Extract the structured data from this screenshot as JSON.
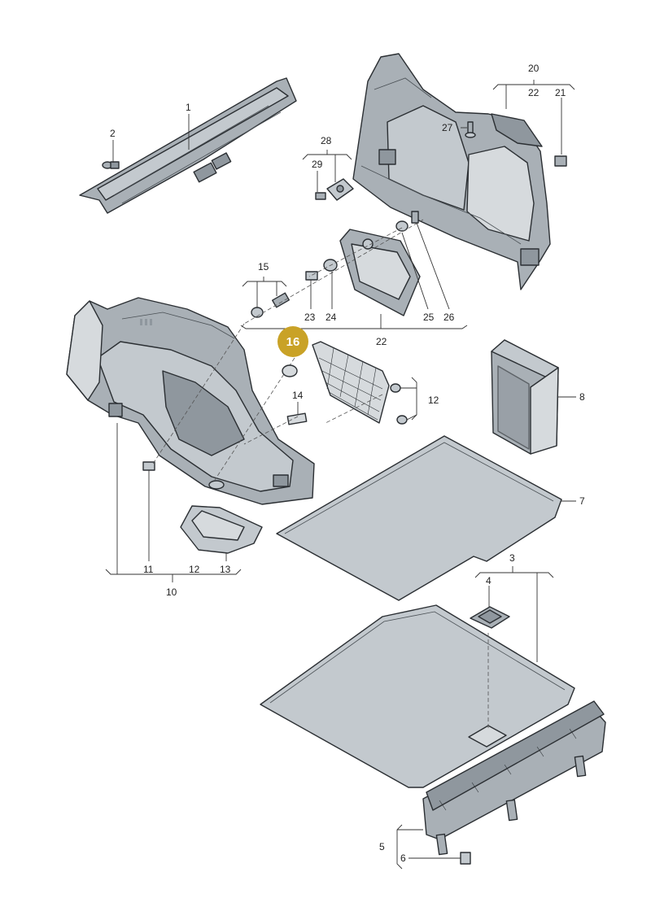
{
  "diagram": {
    "labels": {
      "l1": "1",
      "l2": "2",
      "l3": "3",
      "l4": "4",
      "l5": "5",
      "l6": "6",
      "l7": "7",
      "l8": "8",
      "l10": "10",
      "l11": "11",
      "l12a": "12",
      "l12b": "12",
      "l13": "13",
      "l14": "14",
      "l15": "15",
      "l20": "20",
      "l21": "21",
      "l22a": "22",
      "l22b": "22",
      "l23": "23",
      "l24": "24",
      "l25": "25",
      "l26": "26",
      "l27": "27",
      "l28": "28",
      "l29": "29"
    },
    "highlight": {
      "label": "16",
      "color": "#c9a227"
    }
  }
}
